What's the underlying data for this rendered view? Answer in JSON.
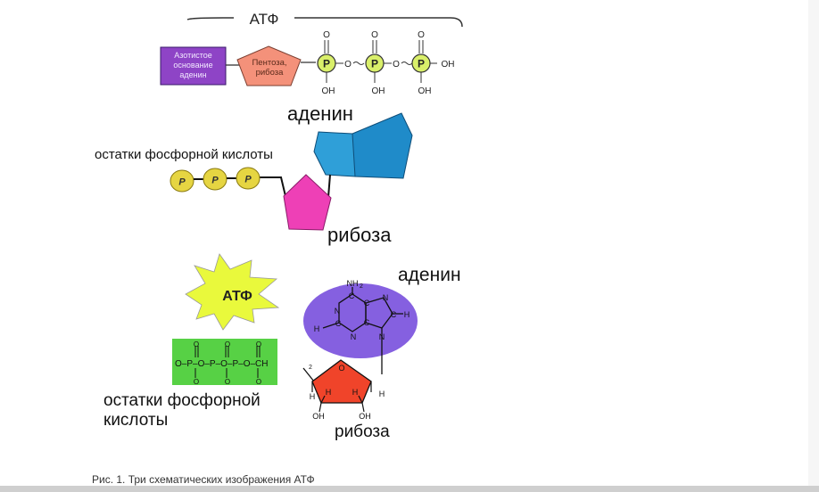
{
  "diagram1": {
    "title": "АТФ",
    "base_label": [
      "Азотистое",
      "основание",
      "аденин"
    ],
    "pentose_label": [
      "Пентоза,",
      "рибоза"
    ],
    "phosphate_symbol": "P",
    "o_label": "O",
    "oh_label": "OH",
    "bridge_label": "O",
    "colors": {
      "base": "#8e44c6",
      "pentose": "#f4917a",
      "phosphate": "#d9ef6a"
    }
  },
  "diagram2": {
    "adenine_label": "аденин",
    "phosphates_label": "остатки фосфорной кислоты",
    "ribose_label": "рибоза",
    "phosphate_symbol": "P",
    "colors": {
      "adenine": "#1f8bc9",
      "ribose": "#ee40b6",
      "phosphate": "#e6d542"
    }
  },
  "diagram3": {
    "star_label": "АТФ",
    "adenine_label": "аденин",
    "phosphates_label": [
      "остатки фосфорной",
      "кислоты"
    ],
    "ribose_label": "рибоза",
    "chain_text": "O–P–O–P–O–P–O–CH",
    "subscript": "2",
    "nh2": "NH",
    "nh2_sub": "2",
    "atom_n": "N",
    "atom_c": "C",
    "atom_h": "H",
    "oh_label": "OH",
    "ring_o": "O",
    "colors": {
      "star": "#e9f93c",
      "phosphates_box": "#57d145",
      "adenine": "#8560e0",
      "ribose": "#f0442a"
    }
  },
  "caption": "Рис. 1. Три схематических изображения АТФ"
}
